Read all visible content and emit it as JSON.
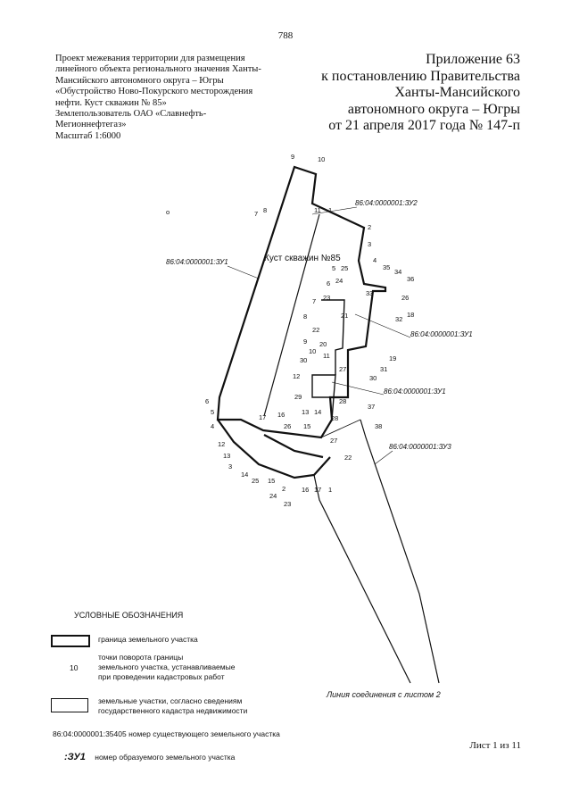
{
  "page_number": "788",
  "project_lines": [
    "Проект межевания территории для размещения",
    "линейного объекта регионального значения Ханты-",
    "Мансийского автономного округа – Югры",
    "«Обустройство Ново-Покурского месторождения",
    "нефти. Куст скважин № 85»",
    "Землепользователь  ОАО «Славнефть-",
    "Мегионнефтегаз»",
    "Масштаб 1:6000"
  ],
  "appendix_lines": [
    "Приложение 63",
    "к постановлению Правительства",
    "Ханты-Мансийского",
    "автономного округа – Югры",
    "от 21 апреля 2017 года № 147-п"
  ],
  "plan": {
    "site_label": "Куст скважин №85",
    "parcel_labels": {
      "zu2": "86:04:0000001:ЗУ2",
      "zu1_left": "86:04:0000001:ЗУ1",
      "zu1_right1": "86:04:0000001:ЗУ1",
      "zu1_right2": "86:04:0000001:ЗУ1",
      "zu3": "86:04:0000001:ЗУ3"
    },
    "link_text": "Линия соединения с листом 2",
    "stray_mark": "о",
    "point_labels": [
      "9",
      "10",
      "7",
      "8",
      "11",
      "1",
      "2",
      "3",
      "4",
      "35",
      "34",
      "5",
      "25",
      "6",
      "24",
      "36",
      "33",
      "26",
      "7",
      "23",
      "32",
      "18",
      "21",
      "8",
      "22",
      "9",
      "20",
      "10",
      "11",
      "19",
      "30",
      "12",
      "27",
      "31",
      "30",
      "28",
      "29",
      "13",
      "14",
      "28",
      "37",
      "38",
      "6",
      "5",
      "4",
      "17",
      "16",
      "26",
      "15",
      "27",
      "12",
      "13",
      "3",
      "14",
      "25",
      "15",
      "2",
      "24",
      "23",
      "16",
      "17",
      "1",
      "22"
    ]
  },
  "legend": {
    "title": "УСЛОВНЫЕ ОБОЗНАЧЕНИЯ",
    "boundary_label": "граница земельного участка",
    "point_sample": "10",
    "point_lines": [
      "точки поворота границы",
      "земельного участка, устанавливаемые",
      "при проведении кадастровых работ"
    ],
    "cadastre_lines": [
      "земельные участки, согласно сведениям",
      "государственного кадастра недвижимости"
    ],
    "existing_sample": "86:04:0000001:35405",
    "existing_label": "номер существующего земельного участка",
    "new_sample": ":ЗУ1",
    "new_label": "номер образуемого земельного участка"
  },
  "sheet_text": "Лист 1 из 11"
}
